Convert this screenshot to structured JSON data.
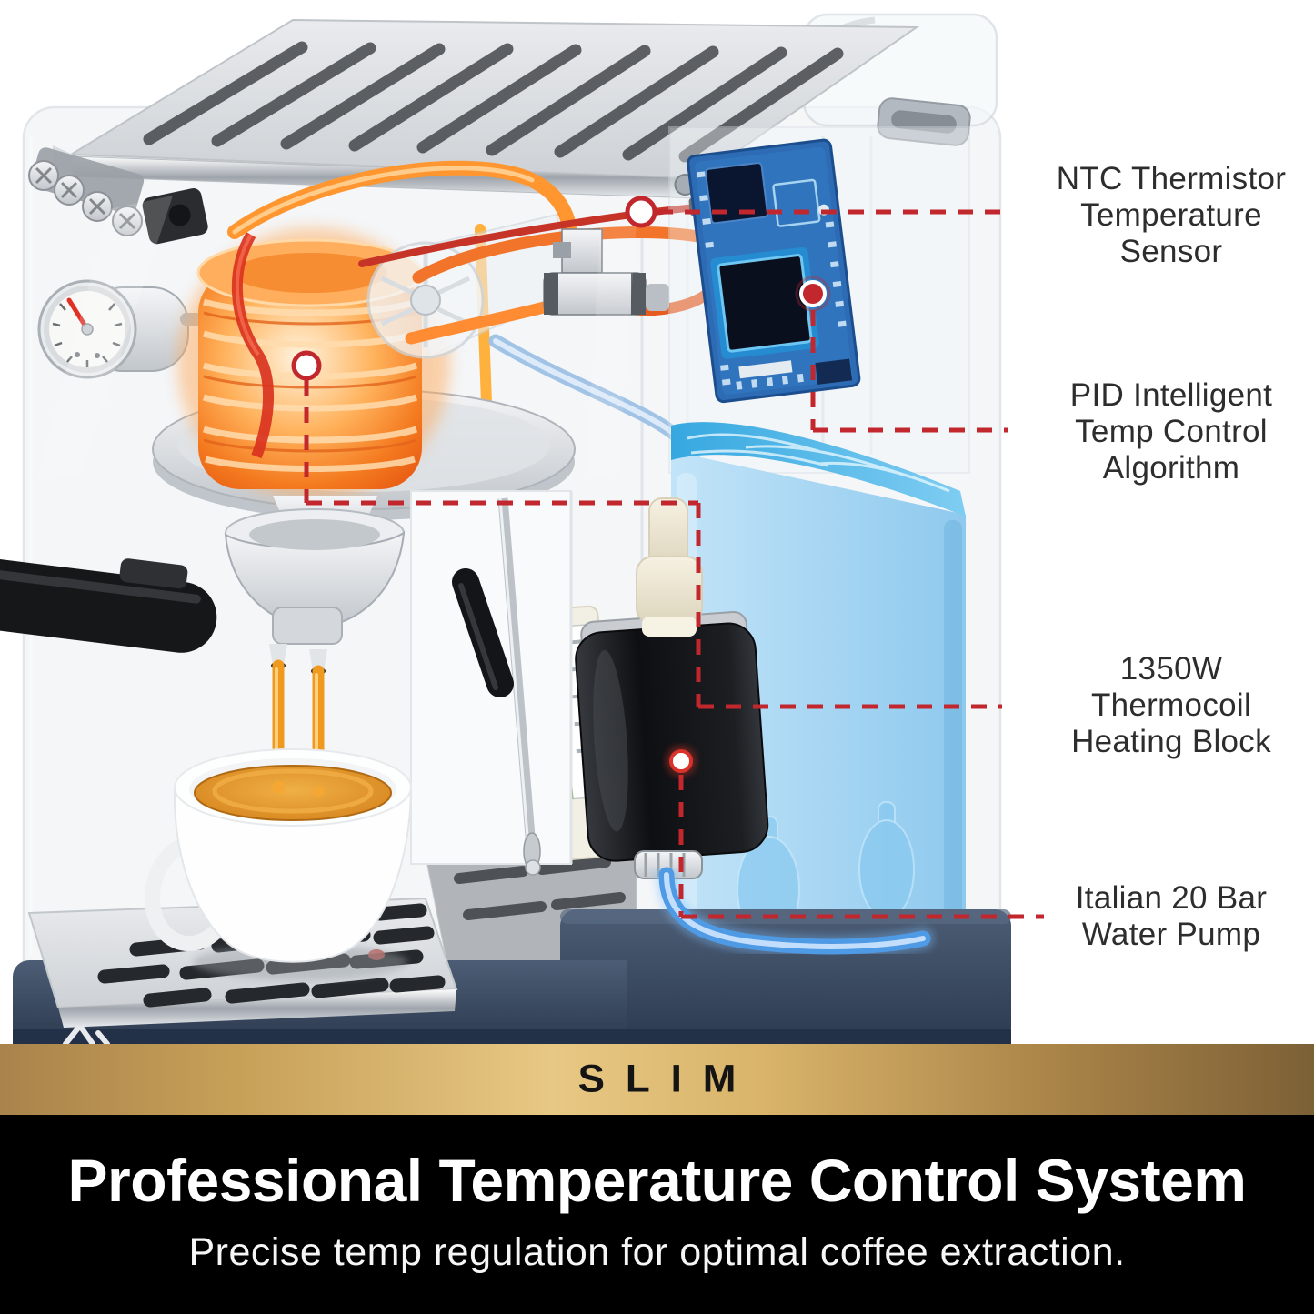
{
  "product_diagram": {
    "accent_red": "#c1272d",
    "callouts": [
      {
        "id": "ntc-thermistor",
        "lines": [
          "NTC Thermistor",
          "Temperature",
          "Sensor"
        ]
      },
      {
        "id": "pid-temp-control",
        "lines": [
          "PID Intelligent",
          "Temp Control",
          "Algorithm"
        ]
      },
      {
        "id": "thermocoil-heating-block",
        "lines": [
          "1350W",
          "Thermocoil",
          "Heating Block"
        ]
      },
      {
        "id": "water-pump",
        "lines": [
          "Italian 20 Bar",
          "Water Pump"
        ]
      }
    ],
    "machine_colors": {
      "body": "#eef1f4",
      "base_navy": "#3a4960",
      "water_blue": "#a9d7f5",
      "coil_orange": "#ff9630",
      "pcb_blue": "#2d6cb4",
      "coffee": "#e0891f"
    }
  },
  "brand_band": {
    "logo_text": "SLIM",
    "gold_left": "#a9834b",
    "gold_center": "#e7c884",
    "gold_right": "#7c6036",
    "logo_color": "#141414"
  },
  "footer": {
    "title": "Professional Temperature Control System",
    "subtitle": "Precise temp regulation for optimal coffee extraction.",
    "background": "#000000",
    "text_color": "#ffffff"
  }
}
